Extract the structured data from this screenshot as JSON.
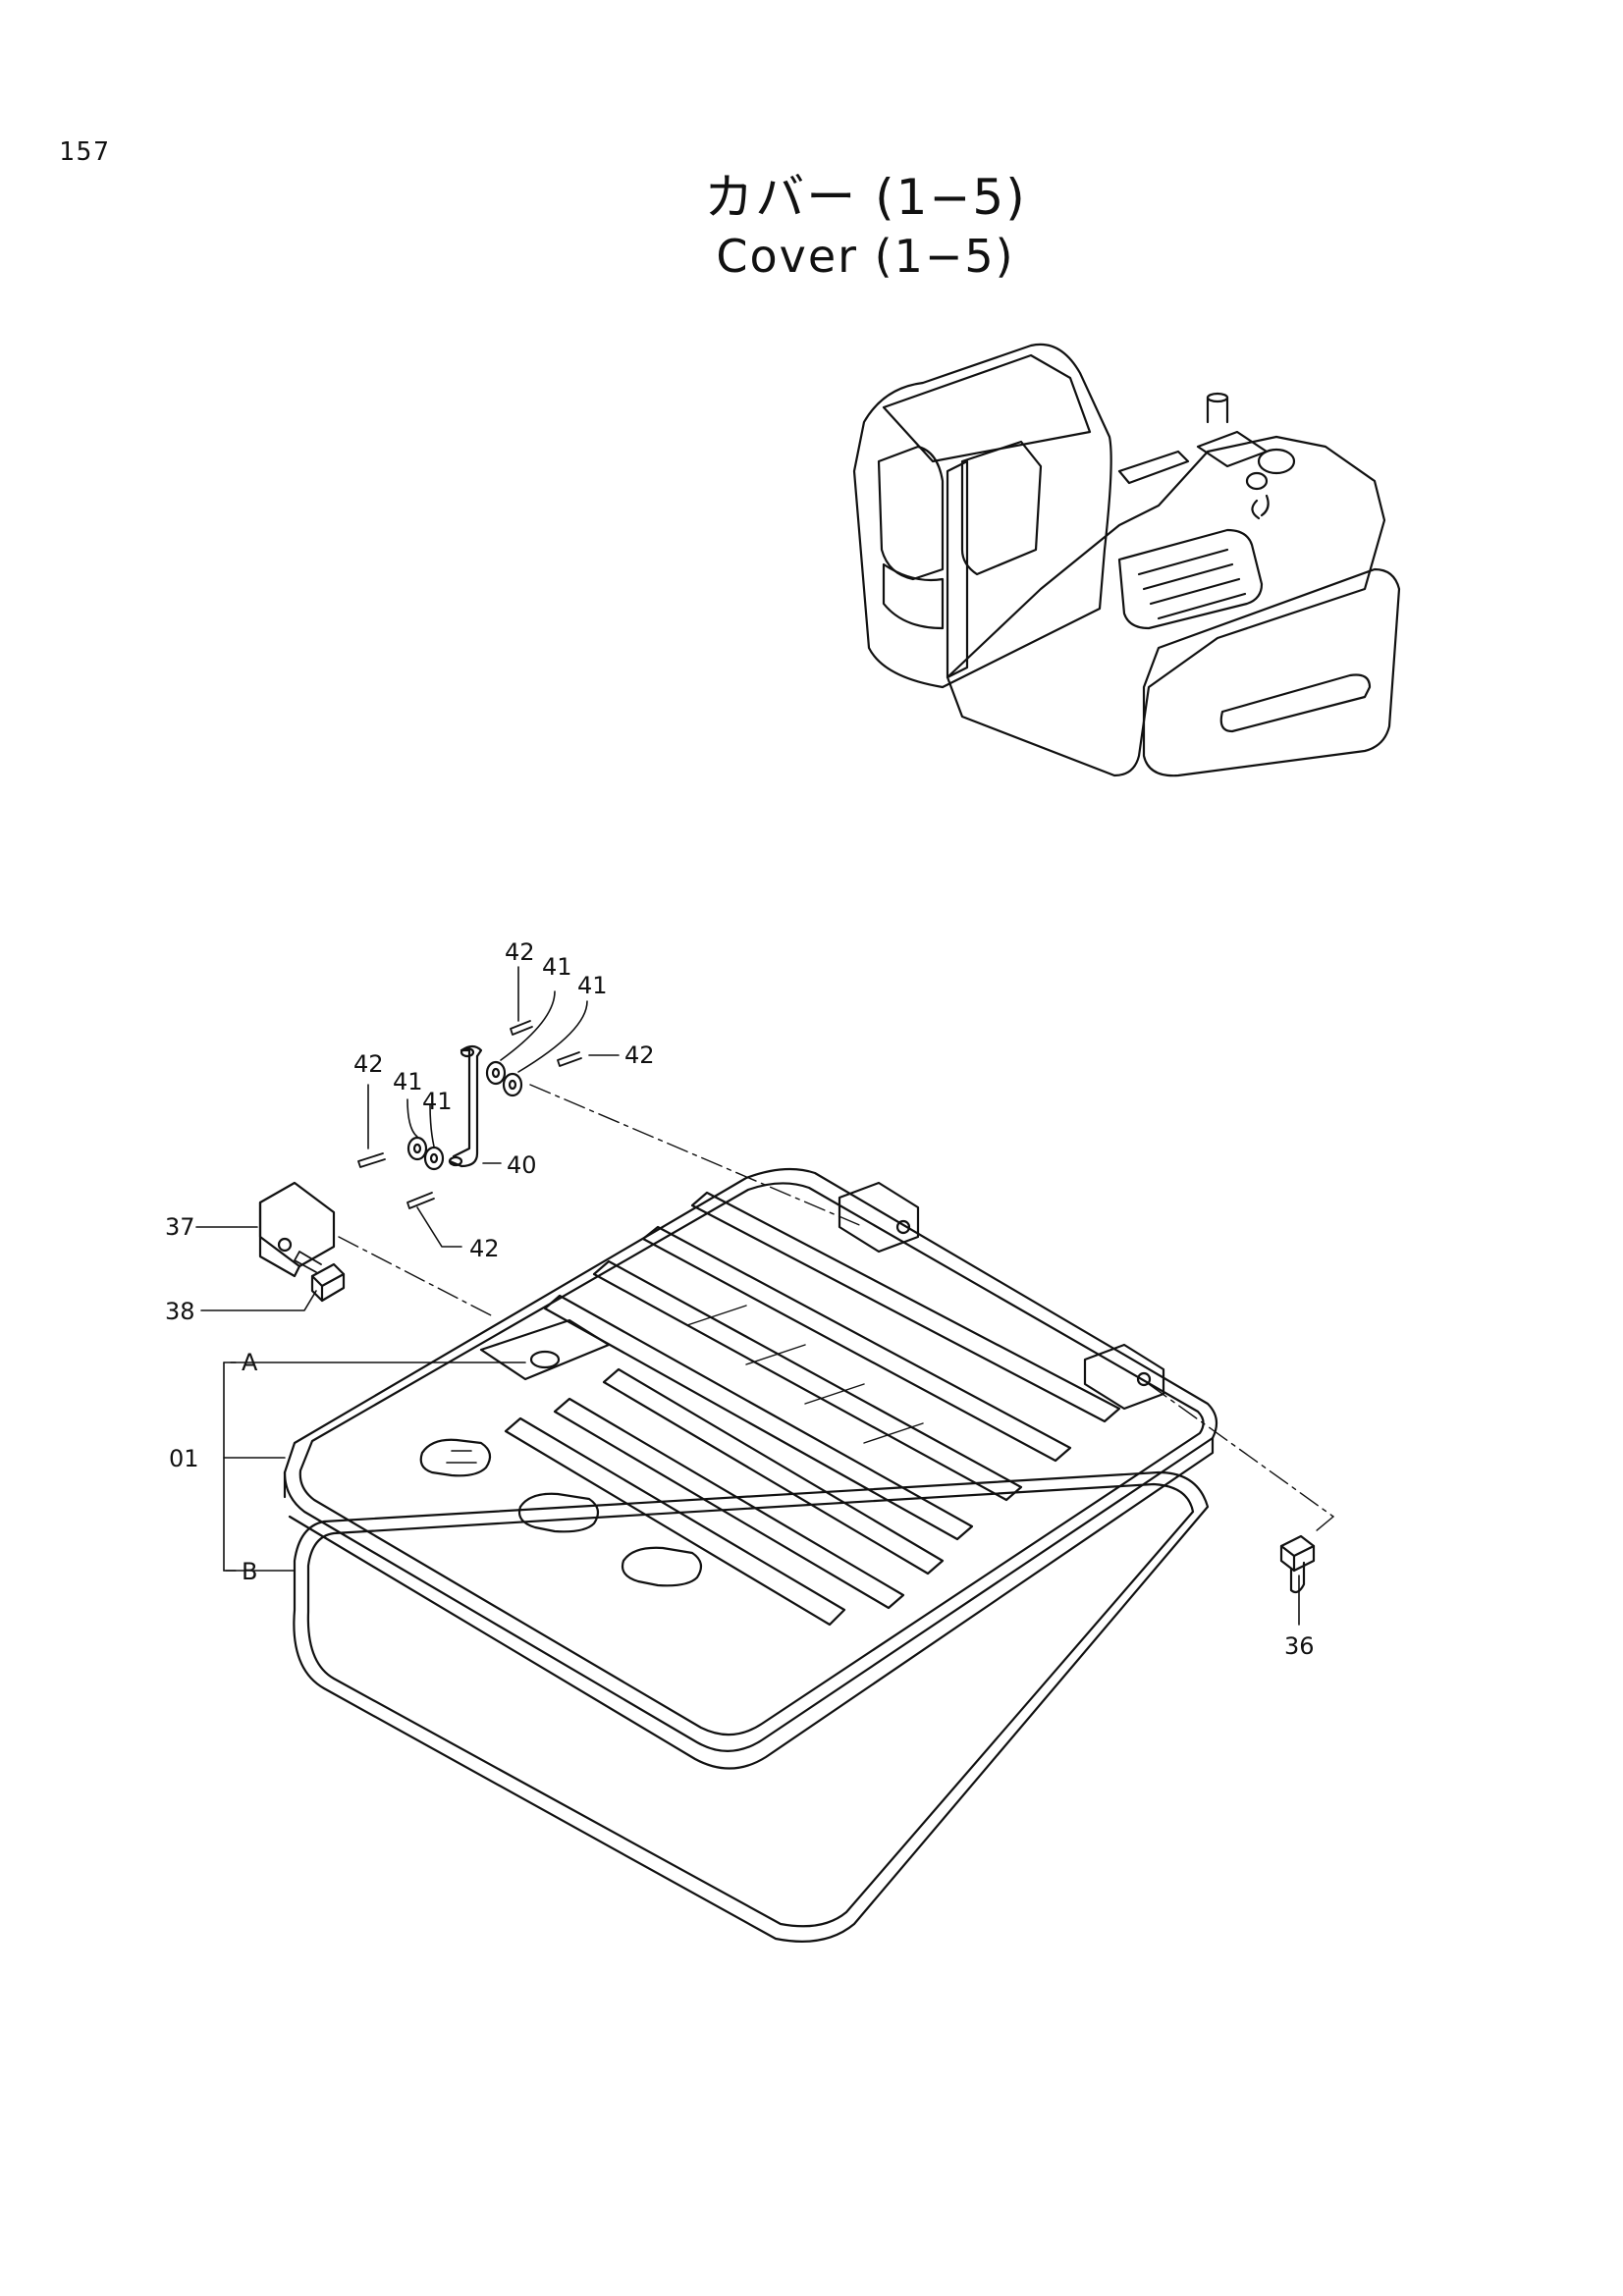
{
  "page": {
    "number": "157"
  },
  "title": {
    "ja": "カバー (1−5)",
    "en": "Cover (1−5)"
  },
  "callouts": {
    "p42a": "42",
    "p41a": "41",
    "p41b": "41",
    "p42b": "42",
    "p42c": "42",
    "p41c": "41",
    "p41d": "41",
    "p40": "40",
    "p37": "37",
    "p42d": "42",
    "p38": "38",
    "pA": "A",
    "p01": "01",
    "pB": "B",
    "p36": "36"
  },
  "colors": {
    "line": "#111111",
    "background": "#ffffff"
  }
}
